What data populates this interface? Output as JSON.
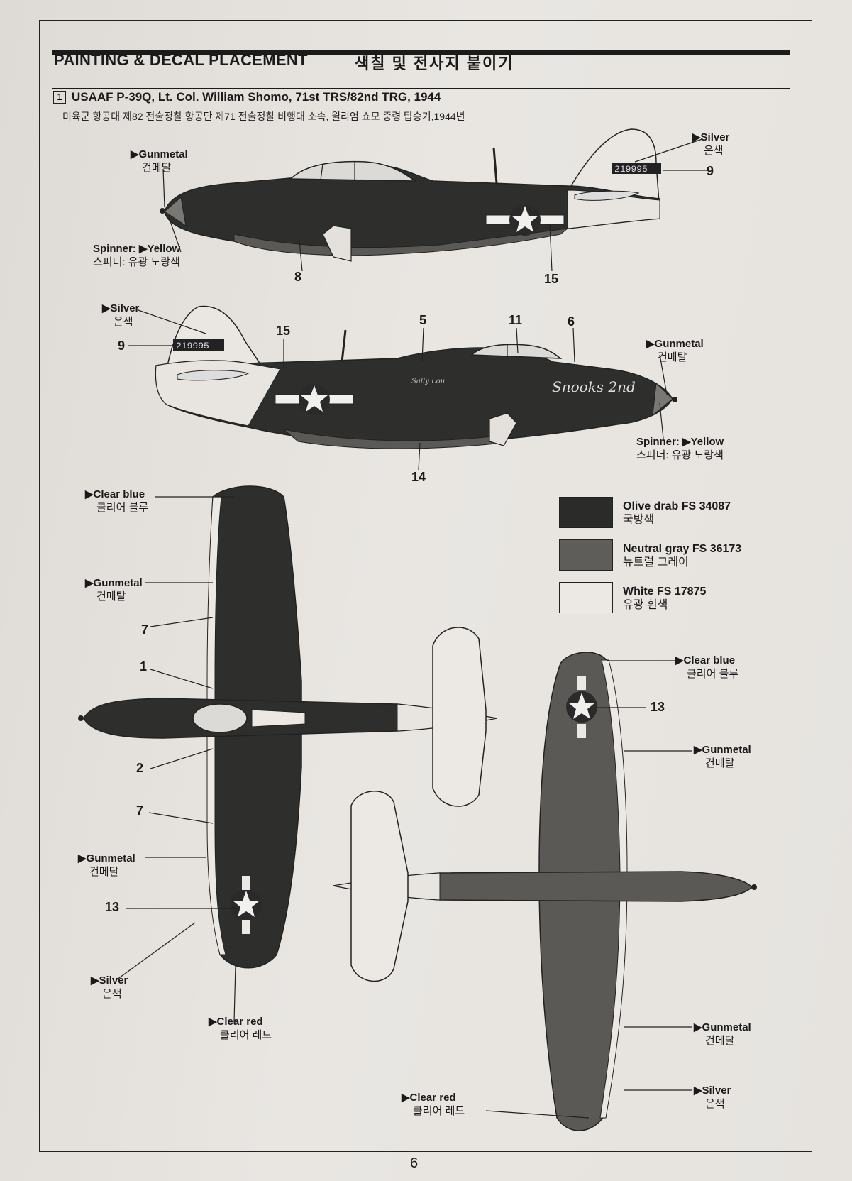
{
  "header": {
    "title": "PAINTING & DECAL PLACEMENT",
    "title_kr": "색칠 및 전사지 붙이기"
  },
  "scheme": {
    "index": "1",
    "title": "USAAF P-39Q, Lt. Col. William Shomo, 71st TRS/82nd TRG, 1944",
    "title_kr": "미육군 항공대 제82 전술정찰 항공단 제71 전술정찰 비행대 소속, 윌리엄 쇼모 중령 탑승기,1944년"
  },
  "serial": "219995",
  "nose_art": "Snooks 2nd",
  "cockpit_art": "Sally Lou",
  "labels": {
    "gunmetal": "▶Gunmetal",
    "gunmetal_kr": "건메탈",
    "silver": "▶Silver",
    "silver_kr": "은색",
    "spinner": "Spinner: ▶Yellow",
    "spinner_kr": "스피너: 유광 노랑색",
    "clear_blue": "▶Clear blue",
    "clear_blue_kr": "클리어 블루",
    "clear_red": "▶Clear red",
    "clear_red_kr": "클리어 레드"
  },
  "decal_numbers": [
    "1",
    "2",
    "5",
    "6",
    "7",
    "8",
    "9",
    "11",
    "13",
    "14",
    "15"
  ],
  "legend": [
    {
      "name": "Olive drab FS 34087",
      "name_kr": "국방색",
      "color": "#2b2b29"
    },
    {
      "name": "Neutral gray FS 36173",
      "name_kr": "뉴트럴 그레이",
      "color": "#5f5d5a"
    },
    {
      "name": "White FS 17875",
      "name_kr": "유광 흰색",
      "color": "#ece9e5"
    }
  ],
  "page_number": "6"
}
